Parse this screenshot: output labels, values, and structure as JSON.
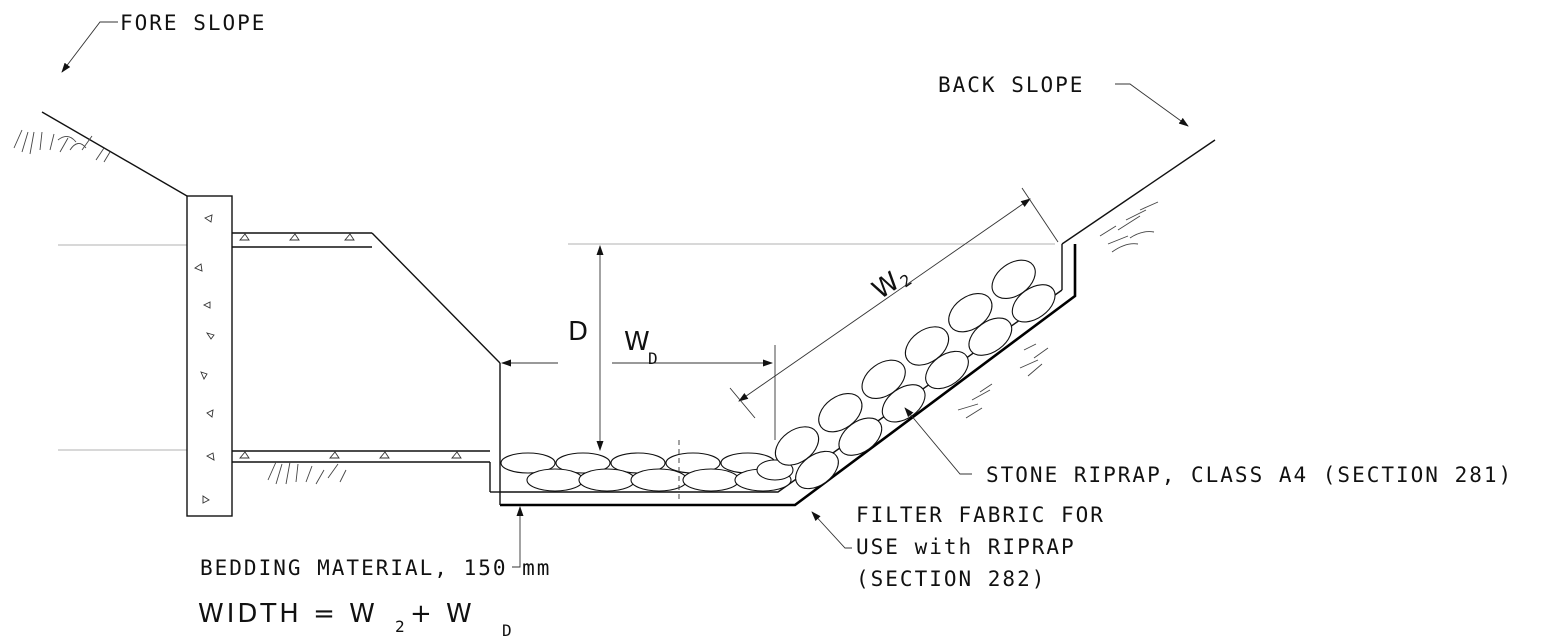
{
  "labels": {
    "fore_slope": "FORE SLOPE",
    "back_slope": "BACK SLOPE",
    "depth": "D",
    "width_d": "W",
    "width_d_sub": "D",
    "width_2": "W",
    "width_2_sub": "2",
    "stone_riprap": "STONE RIPRAP, CLASS A4 (SECTION 281)",
    "filter_line1": "FILTER FABRIC FOR",
    "filter_line2": "USE with RIPRAP",
    "filter_line3": "(SECTION 282)",
    "bedding": "BEDDING MATERIAL, 150 mm",
    "formula_prefix": "WIDTH = W",
    "formula_sub1": "2",
    "formula_plus": "+ W",
    "formula_sub2": "D"
  },
  "icons": {
    "arrow": "arrowhead-icon",
    "ground": "ground-hatch-icon"
  }
}
